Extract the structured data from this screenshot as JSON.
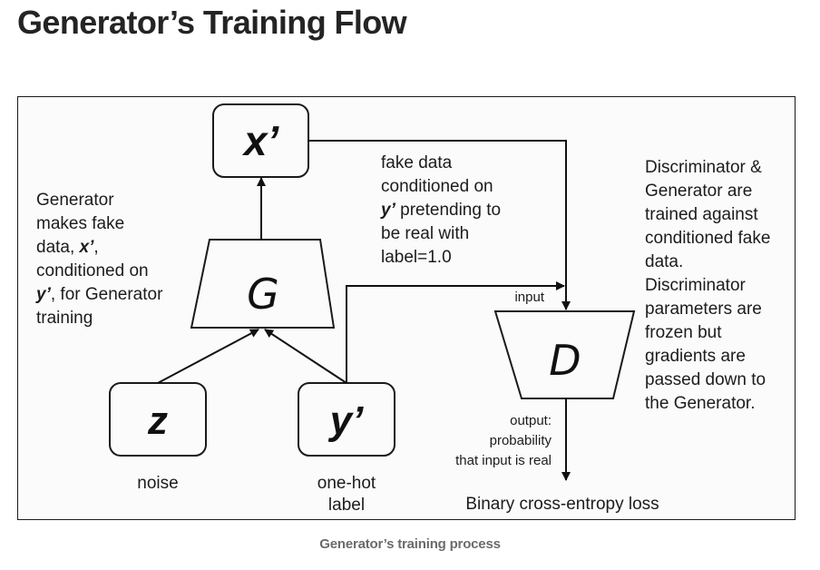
{
  "page": {
    "title": "Generator’s Training Flow",
    "caption": "Generator’s training process"
  },
  "diagram": {
    "nodes": {
      "x_prime": {
        "symbol": "x’"
      },
      "generator": {
        "symbol": "G"
      },
      "discriminator": {
        "symbol": "D"
      },
      "z": {
        "symbol": "z",
        "label": "noise"
      },
      "y_prime": {
        "symbol": "y’",
        "label_line1": "one-hot",
        "label_line2": "label"
      }
    },
    "left_note": {
      "line1": "Generator",
      "line2": "makes fake",
      "line3_prefix": "data, ",
      "line3_symbol": "x’",
      "line3_suffix": ",",
      "line4": "conditioned on",
      "line5_symbol": "y’",
      "line5_suffix": ", for Generator",
      "line6": "training"
    },
    "middle_note": {
      "line1": "fake data",
      "line2": "conditioned on",
      "line3_symbol": "y’",
      "line3_suffix": " pretending to",
      "line4": "be real with",
      "line5": "label=1.0"
    },
    "right_note": {
      "lines": [
        "Discriminator &",
        "Generator are",
        "trained against",
        "conditioned fake",
        "data.",
        "Discriminator",
        "parameters are",
        "frozen but",
        "gradients are",
        "passed down to",
        "the Generator."
      ]
    },
    "input_label": "input",
    "output_label": {
      "line1": "output:",
      "line2": "probability",
      "line3": "that input is real"
    },
    "loss_label": "Binary cross-entropy loss"
  }
}
